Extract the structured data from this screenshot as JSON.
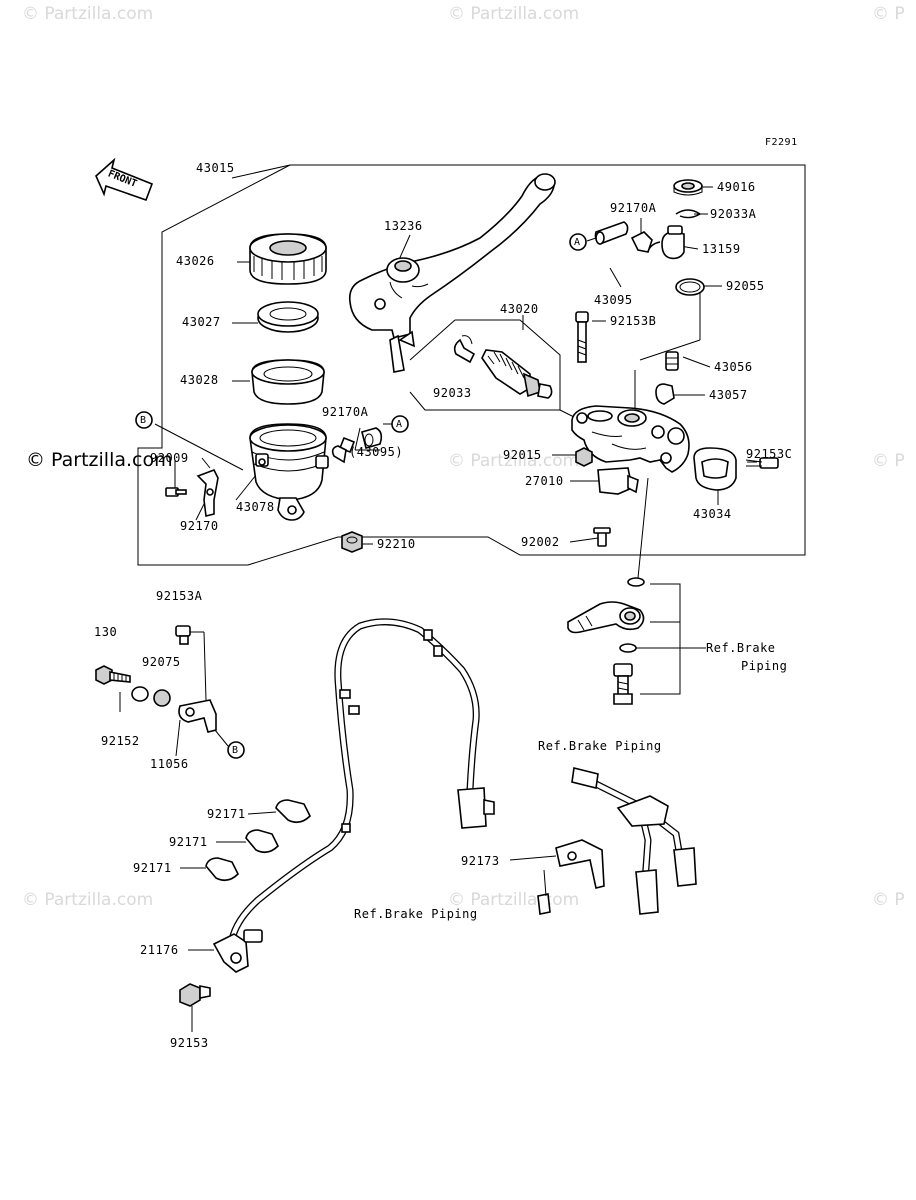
{
  "watermarks": {
    "top_left": "© Partzilla.com",
    "top_center": "© Partzilla.com",
    "top_right": "© P",
    "mid_left": "© Partzilla.com",
    "mid_center": "© Partzilla.com",
    "mid_right": "© P",
    "low_left": "© Partzilla.com",
    "low_center": "© Partzilla.com",
    "low_right": "© P"
  },
  "figure_code": "F2291",
  "front_label": "FRONT",
  "parts": {
    "p43015": "43015",
    "p43026": "43026",
    "p43027": "43027",
    "p43028": "43028",
    "p13236": "13236",
    "p43020": "43020",
    "p92033": "92033",
    "p92170a_top": "92170A",
    "p92033a": "92033A",
    "p49016": "49016",
    "p13159": "13159",
    "p43095": "43095",
    "p92055": "92055",
    "p92153b": "92153B",
    "p43056": "43056",
    "p43057": "43057",
    "p92170a_mid": "92170A",
    "p43095_paren": "(43095)",
    "p92009": "92009",
    "p92170": "92170",
    "p43078": "43078",
    "p92210": "92210",
    "p92015": "92015",
    "p27010": "27010",
    "p92002": "92002",
    "p92153c": "92153C",
    "p43034": "43034",
    "p92153a": "92153A",
    "p130": "130",
    "p92075": "92075",
    "p92152": "92152",
    "p11056": "11056",
    "p92171_a": "92171",
    "p92171_b": "92171",
    "p92171_c": "92171",
    "p21176": "21176",
    "p92153": "92153",
    "p92173": "92173"
  },
  "refs": {
    "brake_piping_1a": "Ref.Brake",
    "brake_piping_1b": "Piping",
    "brake_piping_2": "Ref.Brake Piping",
    "brake_piping_3": "Ref.Brake Piping"
  },
  "markers": {
    "a1": "A",
    "a2": "A",
    "b1": "B",
    "b2": "B"
  }
}
